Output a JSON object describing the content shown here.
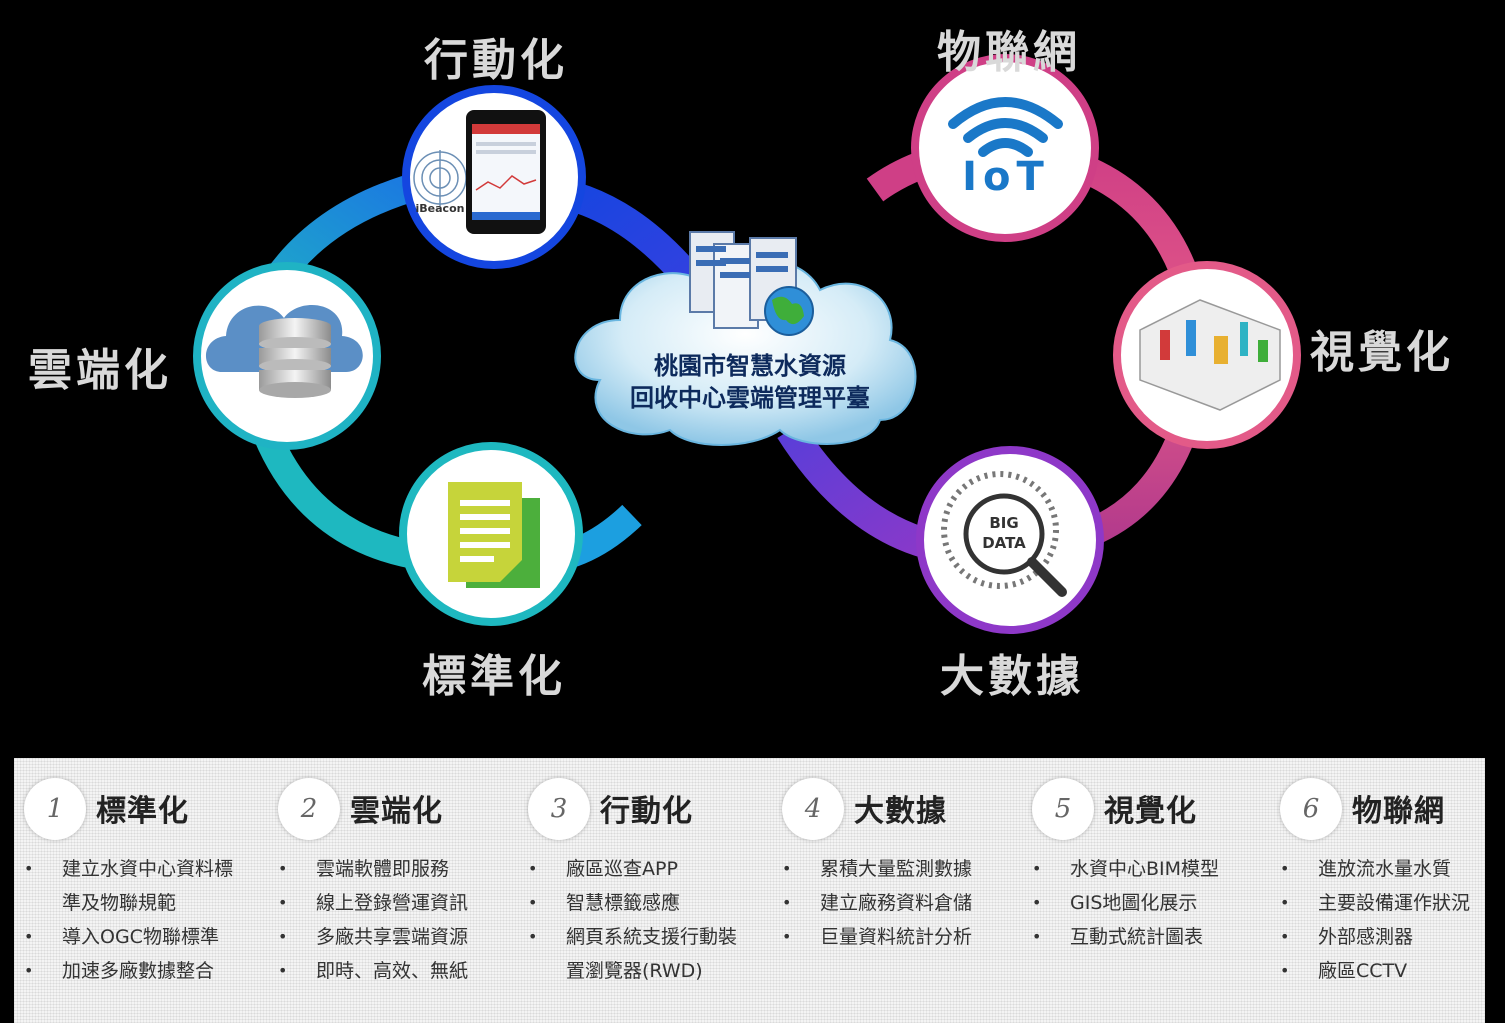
{
  "hub": {
    "line1": "桃園市智慧水資源",
    "line2": "回收中心雲端管理平臺"
  },
  "nodes": {
    "mobile": {
      "label": "行動化",
      "beacon_label": "iBeacon"
    },
    "cloud": {
      "label": "雲端化"
    },
    "standard": {
      "label": "標準化"
    },
    "iot": {
      "label": "物聯網",
      "icon_text": "IoT"
    },
    "visual": {
      "label": "視覺化"
    },
    "bigdata": {
      "label": "大數據",
      "icon_line1": "BIG",
      "icon_line2": "DATA"
    }
  },
  "colors": {
    "teal": "#1fb3c4",
    "blue": "#1446e0",
    "purple": "#7a3ccf",
    "pink": "#e0508a",
    "magenta": "#c9338a"
  },
  "columns": [
    {
      "num": "1",
      "title": "標準化",
      "items": [
        [
          "建立水資中心資料標",
          "準及物聯規範"
        ],
        [
          "導入OGC物聯標準"
        ],
        [
          "加速多廠數據整合"
        ]
      ]
    },
    {
      "num": "2",
      "title": "雲端化",
      "items": [
        [
          "雲端軟體即服務"
        ],
        [
          "線上登錄營運資訊"
        ],
        [
          "多廠共享雲端資源"
        ],
        [
          "即時、高效、無紙"
        ]
      ]
    },
    {
      "num": "3",
      "title": "行動化",
      "items": [
        [
          "廠區巡查APP"
        ],
        [
          "智慧標籤感應"
        ],
        [
          "網頁系統支援行動裝",
          "置瀏覽器(RWD)"
        ]
      ]
    },
    {
      "num": "4",
      "title": "大數據",
      "items": [
        [
          "累積大量監測數據"
        ],
        [
          "建立廠務資料倉儲"
        ],
        [
          "巨量資料統計分析"
        ]
      ]
    },
    {
      "num": "5",
      "title": "視覺化",
      "items": [
        [
          "水資中心BIM模型"
        ],
        [
          "GIS地圖化展示"
        ],
        [
          "互動式統計圖表"
        ]
      ]
    },
    {
      "num": "6",
      "title": "物聯網",
      "items": [
        [
          "進放流水量水質"
        ],
        [
          "主要設備運作狀況"
        ],
        [
          "外部感測器"
        ],
        [
          "廠區CCTV"
        ]
      ]
    }
  ]
}
